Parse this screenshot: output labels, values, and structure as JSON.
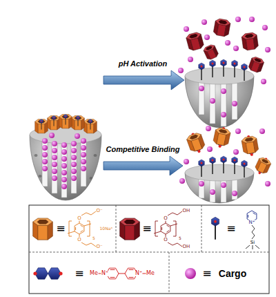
{
  "diagram": {
    "labels": [
      "pH Activation",
      "Competitive Binding",
      "≡",
      "O⁻",
      "O",
      "O",
      "O⁻",
      "5",
      "10Na⁺",
      "≡",
      "O",
      "OH",
      "O",
      "OH",
      "5",
      "≡",
      "N⁺",
      "Si",
      "≡",
      "Me",
      "N⁺",
      "N⁺",
      "Me",
      "≡"
    ],
    "legend": [
      {
        "text": "Cargo"
      }
    ]
  }
}
